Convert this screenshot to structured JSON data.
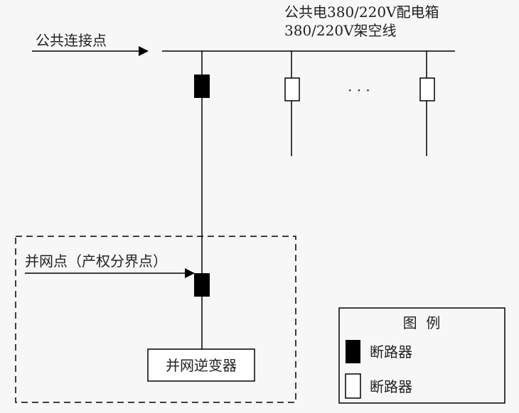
{
  "labels": {
    "public_box": "公共电380/220V配电箱",
    "overhead_line": "380/220V架空线",
    "pcc": "公共连接点",
    "ellipsis": "· · ·",
    "grid_point": "并网点（产权分界点）",
    "inverter": "并网逆变器"
  },
  "legend": {
    "title": "图  例",
    "items": [
      {
        "label": "断路器",
        "state": "closed",
        "color": "#000000"
      },
      {
        "label": "断路器",
        "state": "open",
        "color": "#ffffff"
      }
    ]
  }
}
